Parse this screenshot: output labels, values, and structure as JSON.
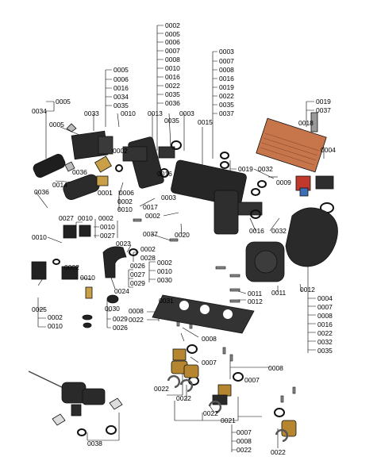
{
  "figure": {
    "type": "exploded-parts-diagram",
    "accent_colors": {
      "black_part": "#1e1e1e",
      "dark_grey": "#3a3a3a",
      "copper_fitting": "#b5862f",
      "heat_exchanger": "#c7754a",
      "red_part": "#c0392b",
      "blue_part": "#3b6fb6",
      "gasket_grey": "#b8b8b8",
      "background": "#ffffff"
    }
  },
  "labels": {
    "c1": "0002",
    "c2": "0005",
    "c3": "0006",
    "c4": "0007",
    "c5": "0008",
    "c6": "0010",
    "c7": "0016",
    "c8": "0022",
    "c9": "0035",
    "c10": "0036",
    "d1": "0003",
    "d2": "0007",
    "d3": "0008",
    "d4": "0016",
    "d5": "0019",
    "d6": "0022",
    "d7": "0035",
    "d8": "0037",
    "e1": "0005",
    "e2": "0006",
    "e3": "0016",
    "e4": "0034",
    "e5": "0035",
    "f1": "0005",
    "f2": "0034",
    "f3": "0005",
    "f4": "0033",
    "f5": "0010",
    "f6": "0013",
    "f7": "0035",
    "f8": "0003",
    "f9": "0015",
    "g1": "0019",
    "g2": "0037",
    "g3": "0018",
    "h1": "0002",
    "h2": "0036",
    "h3": "0014",
    "h4": "0001",
    "h5": "0006",
    "h6": "0016",
    "h7": "0019",
    "h8": "0032",
    "h9": "0009",
    "h10": "0004",
    "h11": "0036",
    "h12": "0002",
    "h13": "0010",
    "h14": "0017",
    "h15": "0003",
    "i1": "0027",
    "i2": "0010",
    "i3": "0002",
    "i4": "0010",
    "i5": "0027",
    "i6": "0037",
    "i7": "0002",
    "i8": "0020",
    "i9": "0016",
    "i10": "0032",
    "i11": "0010",
    "i12": "0023",
    "j1": "0002",
    "j2": "0028",
    "j3": "0002",
    "j4": "0026",
    "j5": "0027",
    "j6": "0029",
    "j7": "0024",
    "j8": "0002",
    "j9": "0010",
    "j10": "0030",
    "j11": "0010",
    "k1": "0011",
    "k2": "0012",
    "k3": "0011",
    "k4": "0012",
    "l1": "0004",
    "l2": "0007",
    "l3": "0008",
    "l4": "0016",
    "l5": "0022",
    "l6": "0032",
    "l7": "0035",
    "m1": "0025",
    "m2": "0002",
    "m3": "0010",
    "m4": "0030",
    "m5": "0029",
    "m6": "0026",
    "m7": "0031",
    "m8": "0008",
    "m9": "0022",
    "n1": "0008",
    "n2": "0007",
    "n3": "0008",
    "n4": "0022",
    "n5": "0022",
    "n6": "0007",
    "n7": "0022",
    "n8": "0021",
    "n9": "0007",
    "n10": "0008",
    "n11": "0022",
    "n12": "0022",
    "n13": "0038"
  }
}
